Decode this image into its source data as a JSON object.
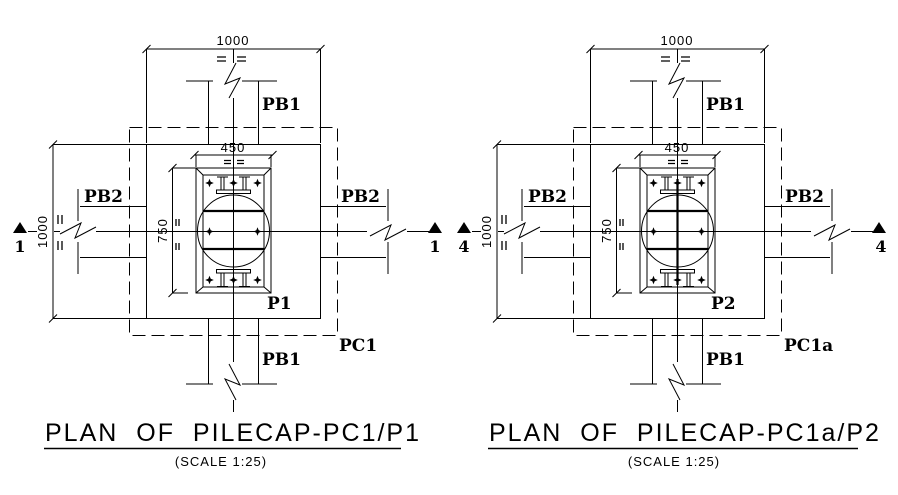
{
  "colors": {
    "line": "#000000",
    "background": "#ffffff"
  },
  "panels": [
    {
      "title": "PLAN OF PILECAP-PC1/P1",
      "scale_note": "(SCALE 1:25)",
      "section_marker": "1",
      "labels": {
        "beam_top": "PB1",
        "beam_bottom": "PB1",
        "beam_left": "PB2",
        "beam_right": "PB2",
        "column": "P1",
        "pilecap": "PC1"
      },
      "dimensions": {
        "overall_width": "1000",
        "overall_height": "1000",
        "pedestal_width": "450",
        "pedestal_height": "750"
      }
    },
    {
      "title": "PLAN OF PILECAP-PC1a/P2",
      "scale_note": "(SCALE 1:25)",
      "section_marker": "4",
      "labels": {
        "beam_top": "PB1",
        "beam_bottom": "PB1",
        "beam_left": "PB2",
        "beam_right": "PB2",
        "column": "P2",
        "pilecap": "PC1a"
      },
      "dimensions": {
        "overall_width": "1000",
        "overall_height": "1000",
        "pedestal_width": "450",
        "pedestal_height": "750"
      }
    }
  ]
}
